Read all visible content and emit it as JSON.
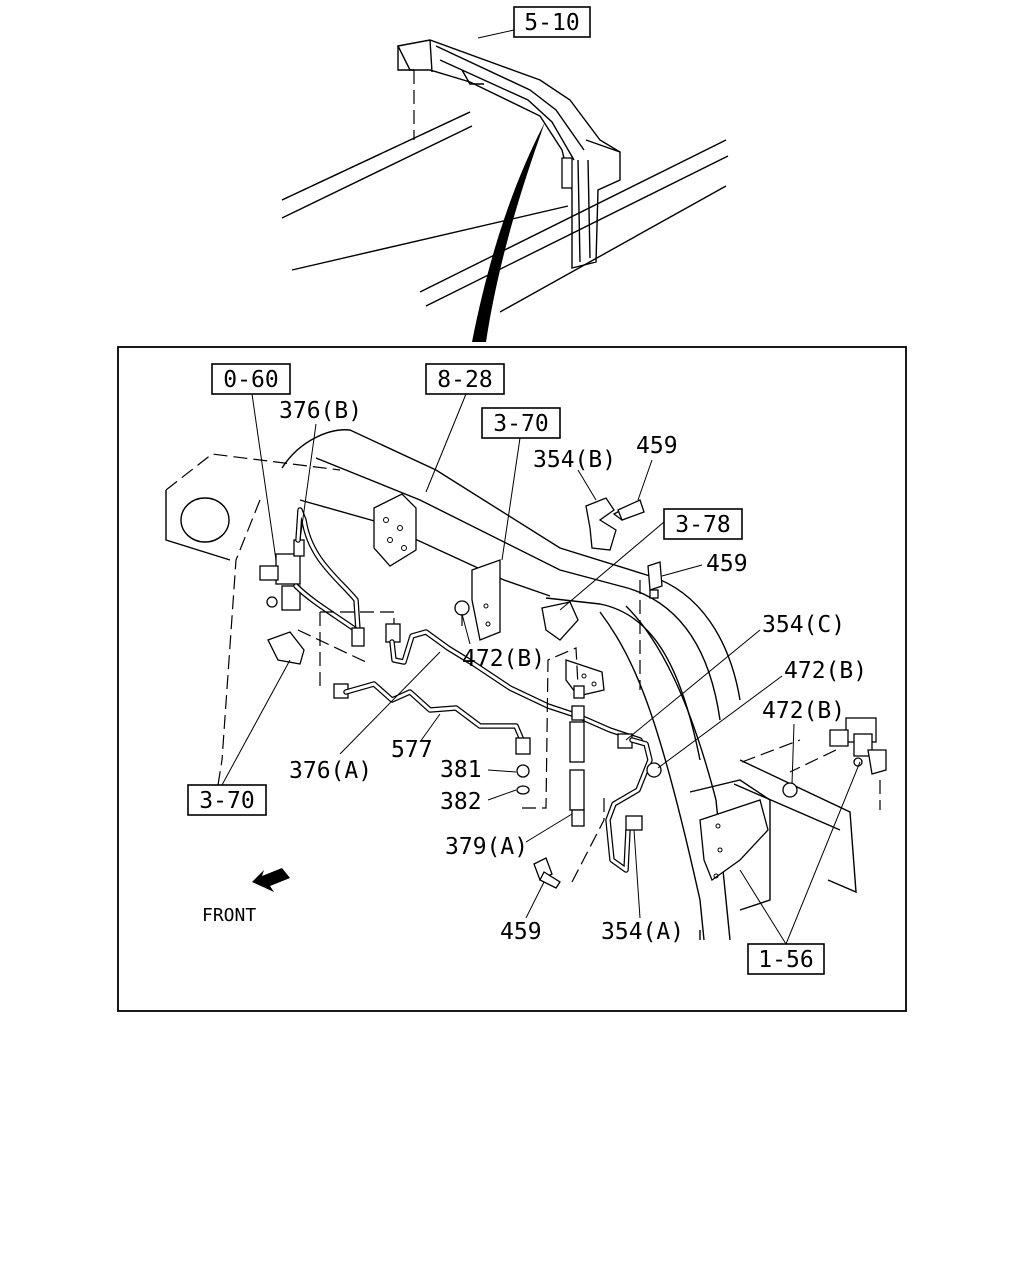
{
  "refs": {
    "ref_5_10": "5-10",
    "ref_0_60": "0-60",
    "ref_8_28": "8-28",
    "ref_3_70_top": "3-70",
    "ref_3_78": "3-78",
    "ref_3_70_bottom": "3-70",
    "ref_1_56": "1-56"
  },
  "parts": {
    "p376b": "376(B)",
    "p354b": "354(B)",
    "p459_a": "459",
    "p459_b": "459",
    "p354c": "354(C)",
    "p472b_a": "472(B)",
    "p472b_b": "472(B)",
    "p472b_c": "472(B)",
    "p577": "577",
    "p376a": "376(A)",
    "p381": "381",
    "p382": "382",
    "p379a": "379(A)",
    "p459_c": "459",
    "p354a": "354(A)"
  },
  "direction": {
    "front_label": "FRONT"
  }
}
